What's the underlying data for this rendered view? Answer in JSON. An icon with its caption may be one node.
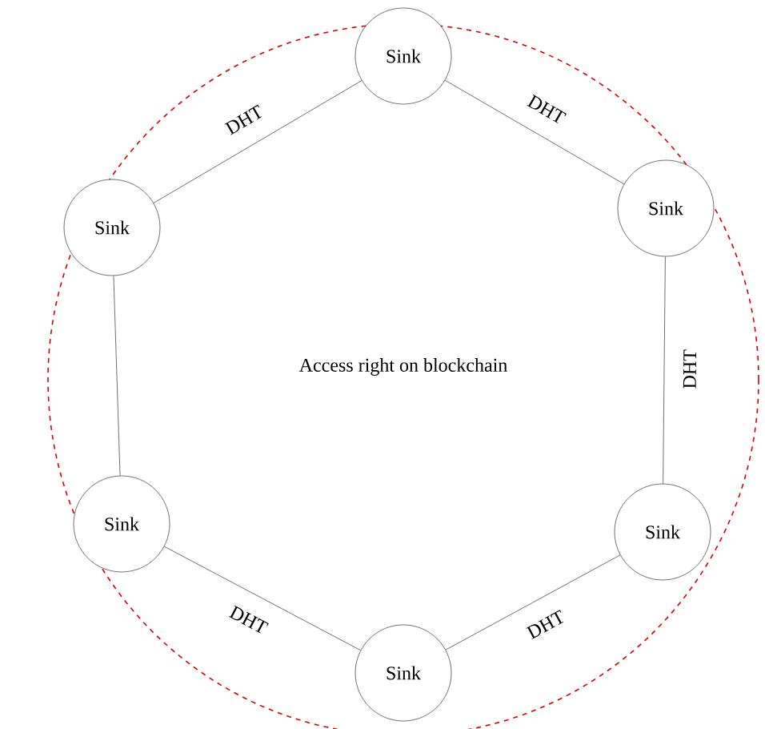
{
  "diagram": {
    "nodes": [
      {
        "text": [
          "Sink"
        ]
      },
      {
        "text": [
          "Sink"
        ]
      },
      {
        "text": [
          "Sink"
        ]
      },
      {
        "text": [
          "Sink"
        ]
      },
      {
        "text": [
          "Sink"
        ]
      },
      {
        "text": [
          "Sink"
        ]
      }
    ],
    "edges": [
      {
        "from": 0,
        "to": 1,
        "arrow": "none",
        "label": "DHT"
      },
      {
        "from": 1,
        "to": 2,
        "arrow": "none",
        "label": "DHT"
      },
      {
        "from": 2,
        "to": 3,
        "arrow": "none",
        "label": "DHT"
      },
      {
        "from": 3,
        "to": 4,
        "arrow": "none",
        "label": "DHT"
      },
      {
        "from": 4,
        "to": 5,
        "arrow": "none"
      },
      {
        "from": 5,
        "to": 0,
        "arrow": "none",
        "label": "DHT"
      }
    ],
    "labels": [
      "Access right on blockchain"
    ]
  }
}
